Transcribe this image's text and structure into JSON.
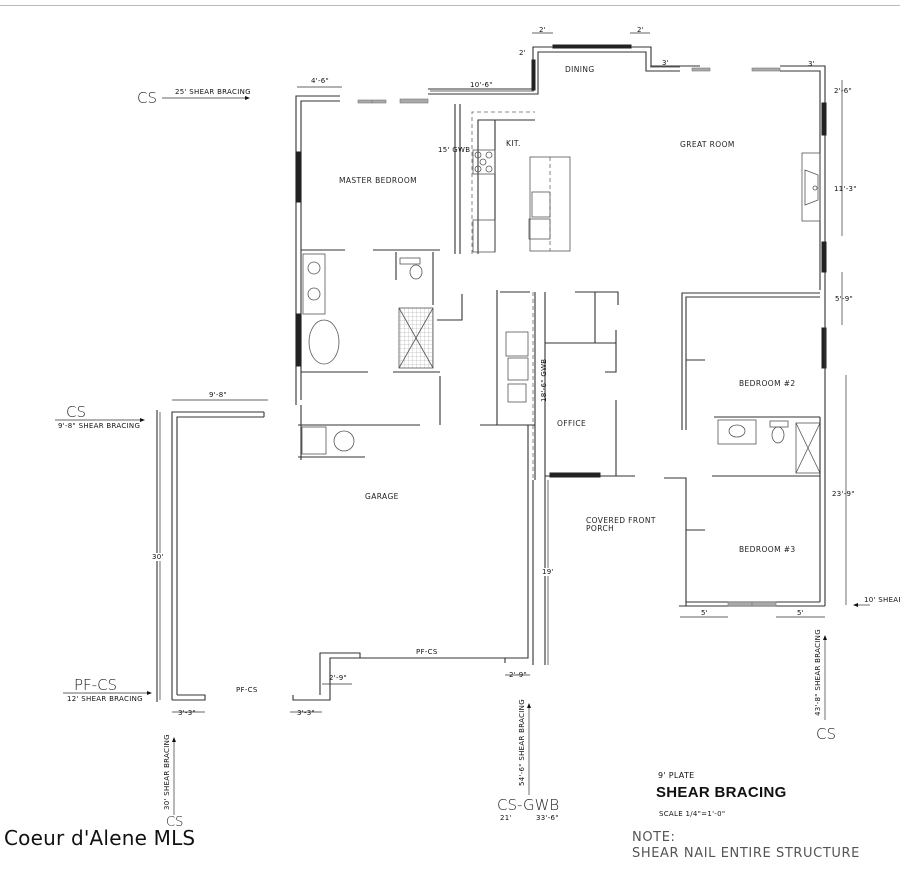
{
  "drawing": {
    "title": "SHEAR BRACING",
    "plate": "9' PLATE",
    "scale": "SCALE  1/4\"=1'-0\"",
    "note_label": "NOTE:",
    "note_text": "SHEAR  NAIL  ENTIRE  STRUCTURE"
  },
  "watermark": "Coeur d'Alene MLS",
  "rooms": {
    "dining": "DINING",
    "kitchen": "KIT.",
    "great_room": "GREAT ROOM",
    "master_bedroom": "MASTER BEDROOM",
    "office": "OFFICE",
    "bedroom2": "BEDROOM #2",
    "bedroom3": "BEDROOM #3",
    "garage": "GARAGE",
    "porch_line1": "COVERED FRONT",
    "porch_line2": "PORCH"
  },
  "shear_callouts": {
    "top_left": {
      "code": "CS",
      "text": "25' SHEAR BRACING"
    },
    "mid_left": {
      "code": "CS",
      "text": "9'-8\" SHEAR BRACING"
    },
    "bottom_left": {
      "code": "PF-CS",
      "text": "12' SHEAR BRACING"
    },
    "bottom_vertical": {
      "code": "CS",
      "text": "30' SHEAR BRACING"
    },
    "center_vertical": {
      "code": "CS-GWB",
      "text": "54'-6\" SHEAR BRACING",
      "sub_left": "21'",
      "sub_right": "33'-6\""
    },
    "right_vertical": {
      "code": "CS",
      "text": "43'-8\" SHEAR BRACING"
    },
    "right_horizontal": {
      "text": "10' SHEAR BR"
    }
  },
  "wall_labels": {
    "kitchen_gwb": "15' GWB",
    "office_gwb": "18'-6\" GWB",
    "garage_front_left": "PF-CS",
    "garage_front_right": "PF-CS"
  },
  "dimensions": {
    "master_top": "4'-6\"",
    "kitchen_top": "10'-6\"",
    "dining_left_a": "2'",
    "dining_left_b": "2'",
    "dining_right": "2'",
    "dining_step": "3'",
    "great_room_top": "3'",
    "great_right_a": "2'-6\"",
    "great_right_b": "11'-3\"",
    "great_right_c": "5'-9\"",
    "right_long": "23'-9\"",
    "bed3_left": "5'",
    "bed3_right": "5'",
    "garage_top": "9'-8\"",
    "garage_side": "30'",
    "porch_side": "19'",
    "garage_step_left": "3'-3\"",
    "garage_step_mid": "3'-3\"",
    "garage_step_up": "2'-9\"",
    "garage_step_right": "2'-9\""
  }
}
